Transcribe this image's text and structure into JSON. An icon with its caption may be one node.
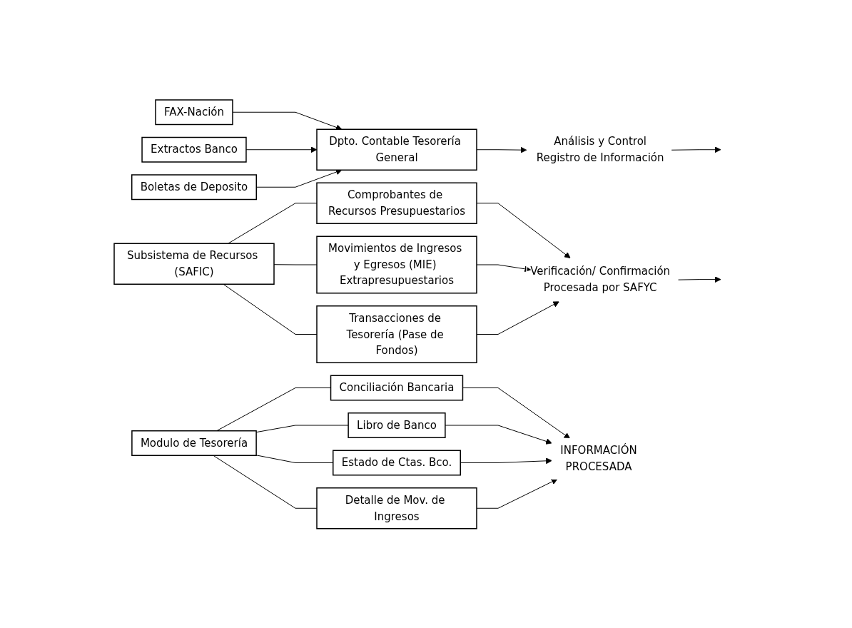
{
  "diagram": {
    "nodes": [
      {
        "text": [
          "FAX-Nación"
        ]
      },
      {
        "text": [
          "Extractos Banco"
        ]
      },
      {
        "text": [
          "Boletas de Deposito"
        ]
      },
      {
        "text": [
          "Dpto. Contable Tesorería General"
        ]
      },
      {
        "text": [
          "Análisis y Control",
          "Registro de Información"
        ]
      },
      {
        "text": [
          "Subsistema de Recursos (SAFIC)"
        ]
      },
      {
        "text": [
          "Comprobantes de Recursos Presupuestarios"
        ]
      },
      {
        "text": [
          "Movimientos de Ingresos y Egresos (MIE) Extrapresupuestarios"
        ]
      },
      {
        "text": [
          "Transacciones de Tesorería (Pase de Fondos)"
        ]
      },
      {
        "text": [
          "Verificación/ Confirmación",
          "Procesada por SAFYC"
        ]
      },
      {
        "text": [
          "Modulo de Tesorería"
        ]
      },
      {
        "text": [
          "Conciliación Bancaria"
        ]
      },
      {
        "text": [
          "Libro de Banco"
        ]
      },
      {
        "text": [
          "Estado de Ctas. Bco."
        ]
      },
      {
        "text": [
          "Detalle de Mov. de Ingresos"
        ]
      },
      {
        "text": [
          "INFORMACIÓN",
          "PROCESADA"
        ]
      }
    ],
    "edges": [
      {
        "from": 0,
        "to": 3,
        "arrow": "to"
      },
      {
        "from": 1,
        "to": 3,
        "arrow": "to"
      },
      {
        "from": 2,
        "to": 3,
        "arrow": "to"
      },
      {
        "from": 3,
        "to": 4,
        "arrow": "to"
      },
      {
        "from": 4,
        "to": null,
        "arrow": "to"
      },
      {
        "from": 5,
        "to": 6,
        "arrow": "none"
      },
      {
        "from": 5,
        "to": 7,
        "arrow": "none"
      },
      {
        "from": 5,
        "to": 8,
        "arrow": "none"
      },
      {
        "from": 6,
        "to": 9,
        "arrow": "to"
      },
      {
        "from": 7,
        "to": 9,
        "arrow": "to"
      },
      {
        "from": 8,
        "to": 9,
        "arrow": "to"
      },
      {
        "from": 9,
        "to": null,
        "arrow": "to"
      },
      {
        "from": 10,
        "to": 11,
        "arrow": "none"
      },
      {
        "from": 10,
        "to": 12,
        "arrow": "none"
      },
      {
        "from": 10,
        "to": 13,
        "arrow": "none"
      },
      {
        "from": 10,
        "to": 14,
        "arrow": "none"
      },
      {
        "from": 11,
        "to": 15,
        "arrow": "to"
      },
      {
        "from": 12,
        "to": 15,
        "arrow": "to"
      },
      {
        "from": 13,
        "to": 15,
        "arrow": "to"
      },
      {
        "from": 14,
        "to": 15,
        "arrow": "to"
      }
    ]
  }
}
